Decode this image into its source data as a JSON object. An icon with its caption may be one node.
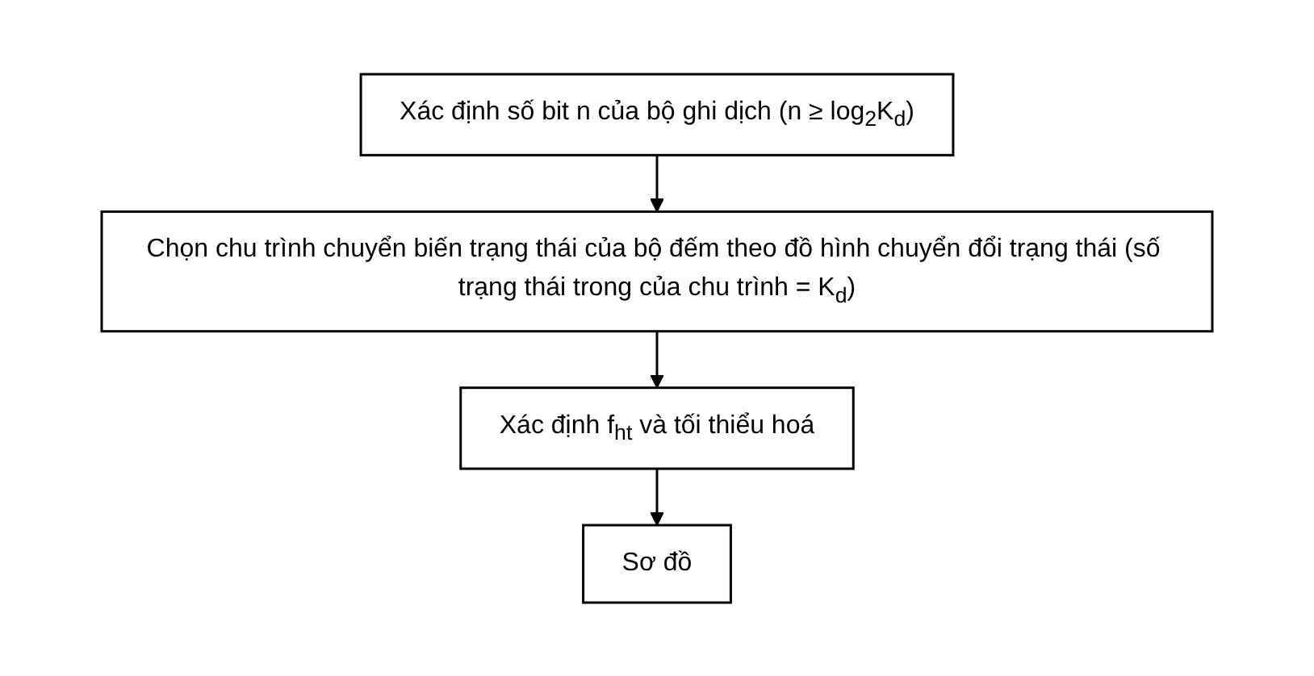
{
  "diagram": {
    "nodes": [
      {
        "text": [
          "Xác định số bit n của bộ ghi dịch (n ≥ log$_{2}$K$_{d}$)"
        ]
      },
      {
        "text": [
          "Chọn chu trình chuyển biến trạng thái của bộ đếm theo đồ hình chuyển đổi trạng thái (số trạng thái trong của chu trình = K$_{d}$)"
        ]
      },
      {
        "text": [
          "Xác định f$_{ht}$ và tối thiểu hoá"
        ]
      },
      {
        "text": [
          "Sơ đồ"
        ]
      }
    ],
    "edges": [
      {
        "from": 0,
        "to": 1,
        "arrow": "to"
      },
      {
        "from": 1,
        "to": 2,
        "arrow": "to"
      },
      {
        "from": 2,
        "to": 3,
        "arrow": "to"
      }
    ]
  }
}
